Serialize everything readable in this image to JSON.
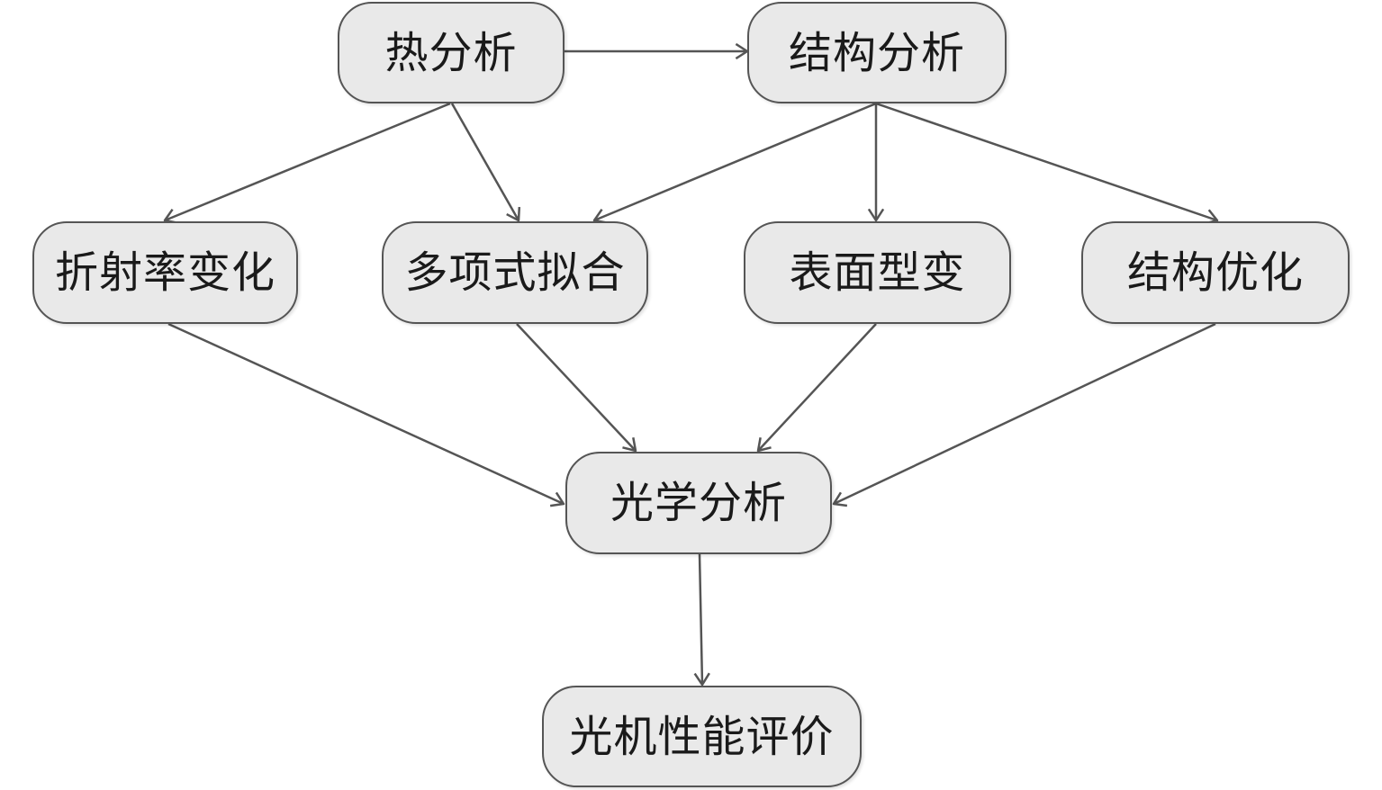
{
  "diagram": {
    "nodes": {
      "thermal": "热分析",
      "structural": "结构分析",
      "refractive": "折射率变化",
      "polyfit": "多项式拟合",
      "surface": "表面型变",
      "structopt": "结构优化",
      "optical": "光学分析",
      "eval": "光机性能评价"
    },
    "edges": [
      {
        "from": "thermal",
        "to": "structural"
      },
      {
        "from": "thermal",
        "to": "refractive"
      },
      {
        "from": "thermal",
        "to": "polyfit"
      },
      {
        "from": "structural",
        "to": "polyfit"
      },
      {
        "from": "structural",
        "to": "surface"
      },
      {
        "from": "structural",
        "to": "structopt"
      },
      {
        "from": "refractive",
        "to": "optical"
      },
      {
        "from": "polyfit",
        "to": "optical"
      },
      {
        "from": "surface",
        "to": "optical"
      },
      {
        "from": "structopt",
        "to": "optical"
      },
      {
        "from": "optical",
        "to": "eval"
      }
    ],
    "colors": {
      "node_fill": "#e9e9e9",
      "node_border": "#555555",
      "edge": "#555555",
      "text": "#1a1a1a"
    }
  }
}
